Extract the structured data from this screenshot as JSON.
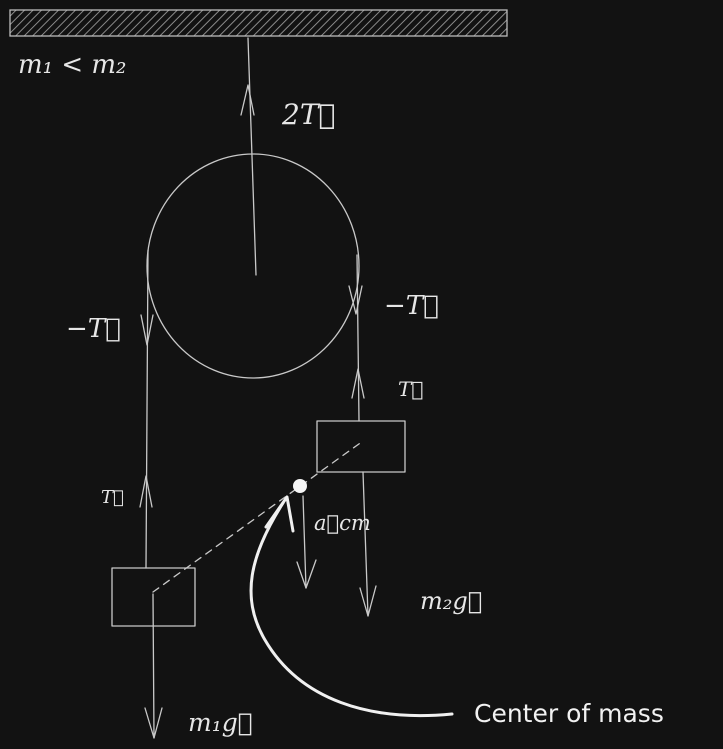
{
  "labels": {
    "mass_relation": "m₁ < m₂",
    "support_tension": "2T⃗",
    "left_tension_down": "−T⃗",
    "right_tension_down": "−T⃗",
    "right_tension_up": "T⃗",
    "left_tension_up": "T⃗",
    "acceleration": "a⃗cm",
    "weight_right": "m₂g⃗",
    "weight_left": "m₁g⃗",
    "center_of_mass": "Center of mass"
  },
  "colors": {
    "background": "#121212",
    "stroke": "#c9c9c9",
    "text": "#e6e6e6"
  }
}
